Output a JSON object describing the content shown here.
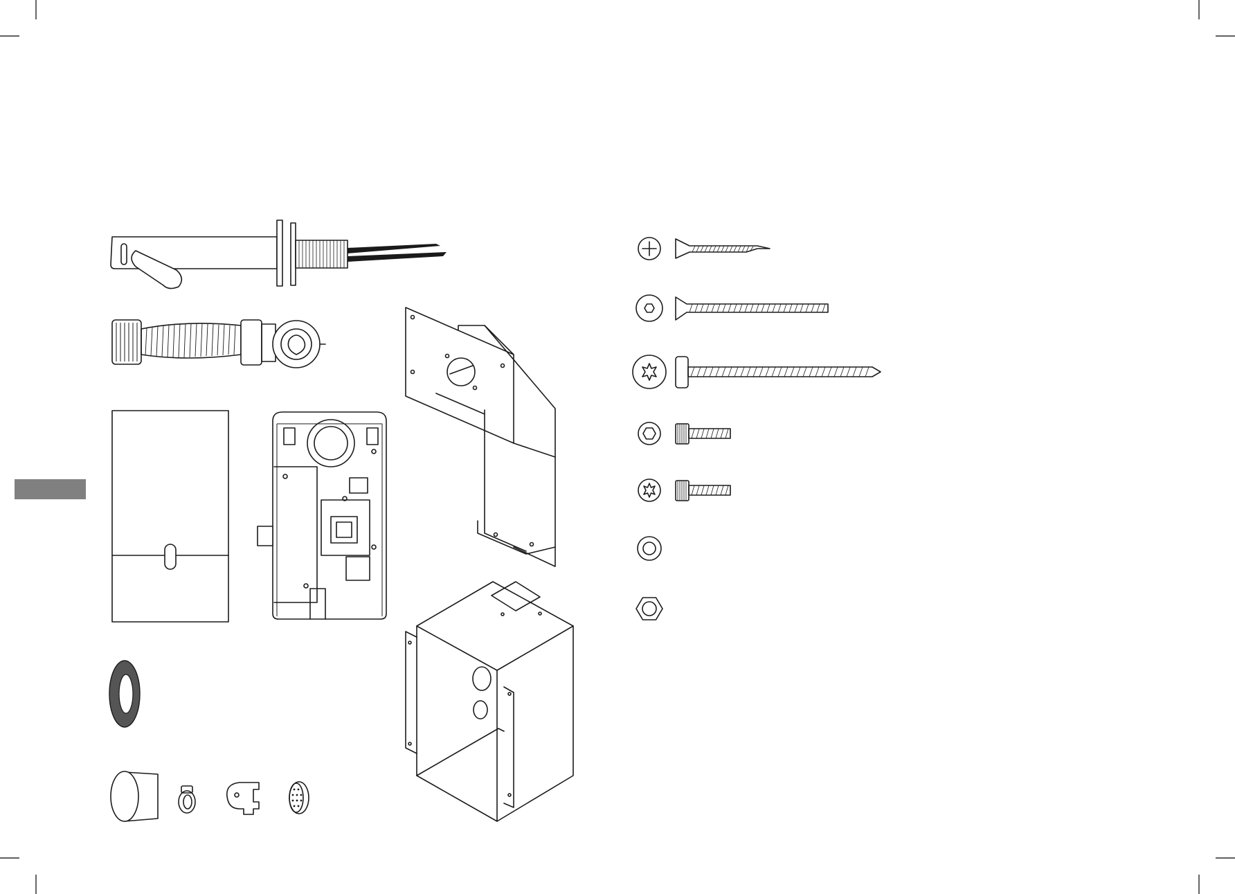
{
  "page": {
    "background": "#ffffff",
    "line_color": "#1a1a1a",
    "section_tab_color": "#808080"
  },
  "parts": {
    "faucet": "faucet-spout",
    "flex_hose": "flexible-hose",
    "cover_plate": "cover-plate",
    "control_unit": "control-unit-housing",
    "mounting_bracket": "mounting-bracket",
    "installation_box": "installation-box",
    "gasket": "rubber-gasket",
    "sleeve": "pipe-sleeve",
    "hose_clamp": "hose-clamp",
    "key": "service-key",
    "aerator": "aerator"
  },
  "fasteners": [
    {
      "id": "cross-head-wood-screw",
      "drive": "cross-icon"
    },
    {
      "id": "hex-socket-countersunk-bolt",
      "drive": "hex-socket-icon"
    },
    {
      "id": "torx-wood-screw",
      "drive": "torx-icon"
    },
    {
      "id": "hex-socket-cap-screw",
      "drive": "hex-socket-icon"
    },
    {
      "id": "torx-cap-screw",
      "drive": "torx-icon"
    },
    {
      "id": "washer",
      "drive": "washer-icon"
    },
    {
      "id": "hex-nut",
      "drive": "hex-nut-icon"
    }
  ]
}
